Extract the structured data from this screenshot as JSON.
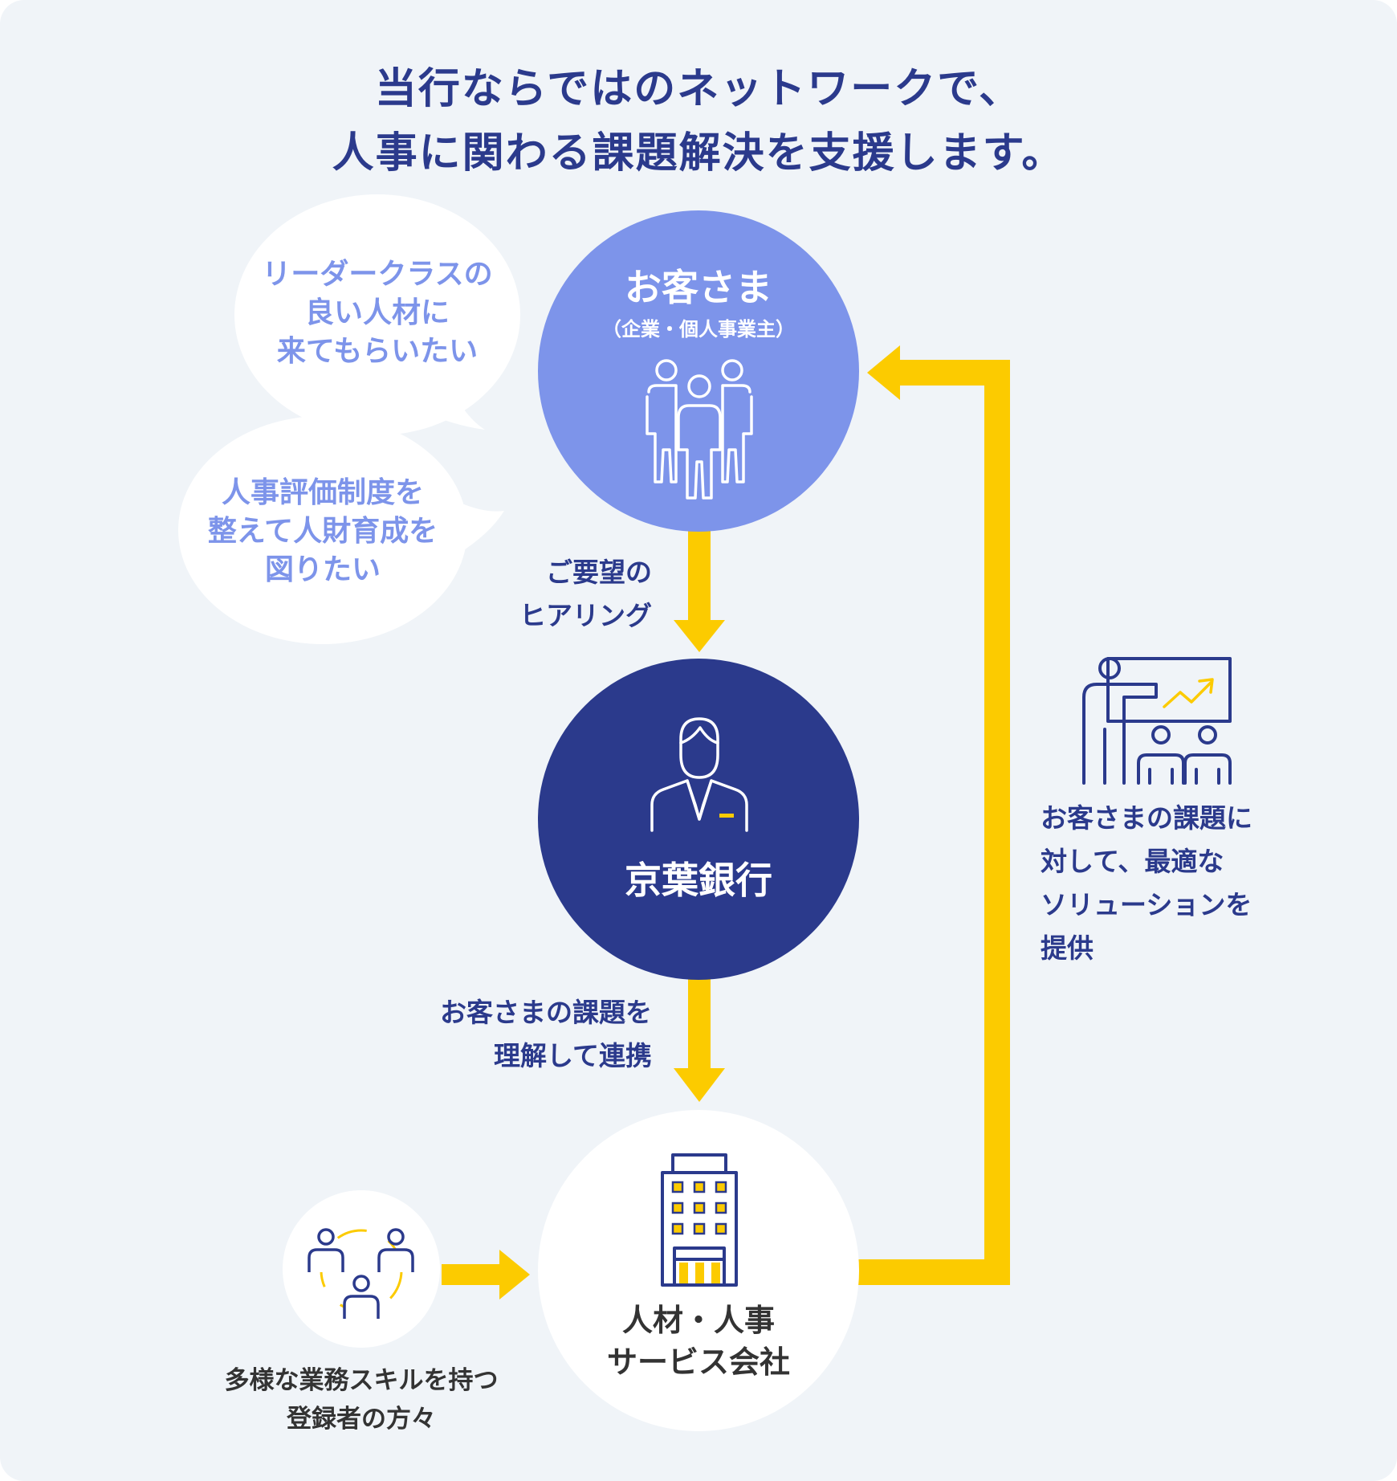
{
  "title": {
    "line1": "当行ならではのネットワークで、",
    "line2": "人事に関わる課題解決を支援します。"
  },
  "customer": {
    "name": "お客さま",
    "sub": "（企業・個人事業主）"
  },
  "bubbles": [
    {
      "lines": [
        "リーダークラスの",
        "良い人材に",
        "来てもらいたい"
      ]
    },
    {
      "lines": [
        "人事評価制度を",
        "整えて人財育成を",
        "図りたい"
      ]
    }
  ],
  "arrow_labels": {
    "hearing": [
      "ご要望の",
      "ヒアリング"
    ],
    "cooperation": [
      "お客さまの課題を",
      "理解して連携"
    ],
    "solution": [
      "お客さまの課題に",
      "対して、最適な",
      "ソリューションを",
      "提供"
    ]
  },
  "bank": {
    "name": "京葉銀行"
  },
  "hr_company": {
    "lines": [
      "人材・人事",
      "サービス会社"
    ]
  },
  "registrants": {
    "lines": [
      "多様な業務スキルを持つ",
      "登録者の方々"
    ]
  },
  "colors": {
    "background": "#f0f4f8",
    "navy": "#2b3a8c",
    "periwinkle": "#7d94ea",
    "yellow": "#fccb00",
    "white": "#ffffff",
    "dark_text": "#333333"
  },
  "icons": {
    "customer": "group-of-people-icon",
    "bank": "banker-person-icon",
    "building": "office-building-icon",
    "network": "people-network-icon",
    "presentation": "presentation-chart-icon"
  }
}
